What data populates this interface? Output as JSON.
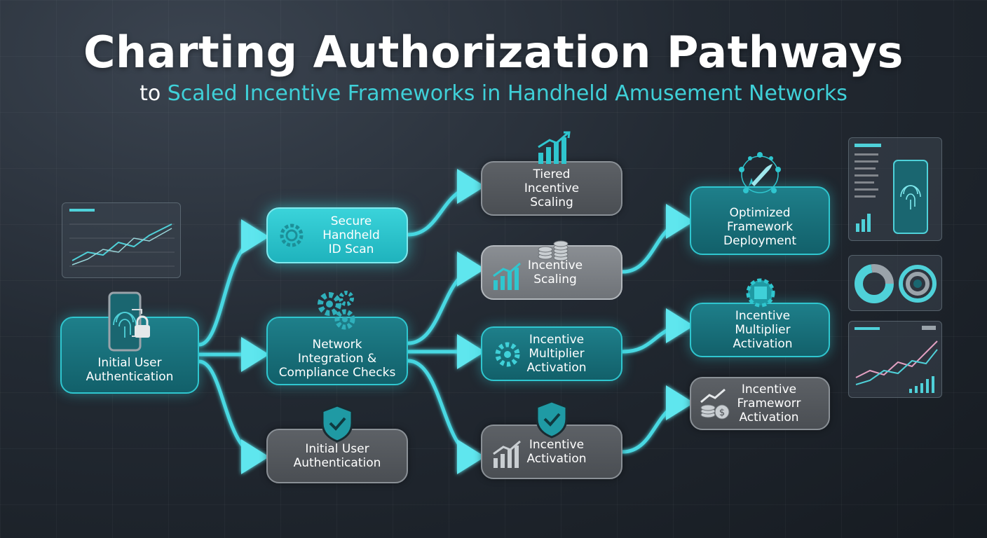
{
  "header": {
    "title": "Charting Authorization Pathways",
    "subtitle_lead": "to",
    "subtitle_rest": "Scaled Incentive Frameworks in Handheld Amusement Networks"
  },
  "nodes": {
    "initial_auth_main": "Initial User\nAuthentication",
    "secure_scan": "Secure\nHandheld\nID Scan",
    "network_checks": "Network\nIntegration &\nCompliance Checks",
    "initial_auth_lower": "Initial User\nAuthentication",
    "tiered_scaling": "Tiered\nIncentive\nScaling",
    "incentive_scaling": "Incentive\nScaling",
    "multiplier_activation": "Incentive\nMultiplier\nActivation",
    "incentive_activation": "Incentive\nActivation",
    "optimized_deployment": "Optimized\nFramework\nDeployment",
    "multiplier_activation_right": "Incentive\nMultiplier\nActivation",
    "framework_activation": "Incentive\nFrameworr\nActivation"
  },
  "colors": {
    "accent": "#3fd0d8",
    "teal_node": "#1e7f8a",
    "gray_node": "#4f5358",
    "background": "#232a33"
  },
  "icons": [
    "fingerprint-lock-phone-icon",
    "gear-icon",
    "gears-icon",
    "shield-check-icon",
    "growth-chart-icon",
    "coin-stack-icon",
    "rocket-network-icon",
    "puzzle-gear-icon",
    "coins-chart-icon",
    "dashboard-chart-icon",
    "donut-chart-icon",
    "fingerprint-phone-icon"
  ]
}
